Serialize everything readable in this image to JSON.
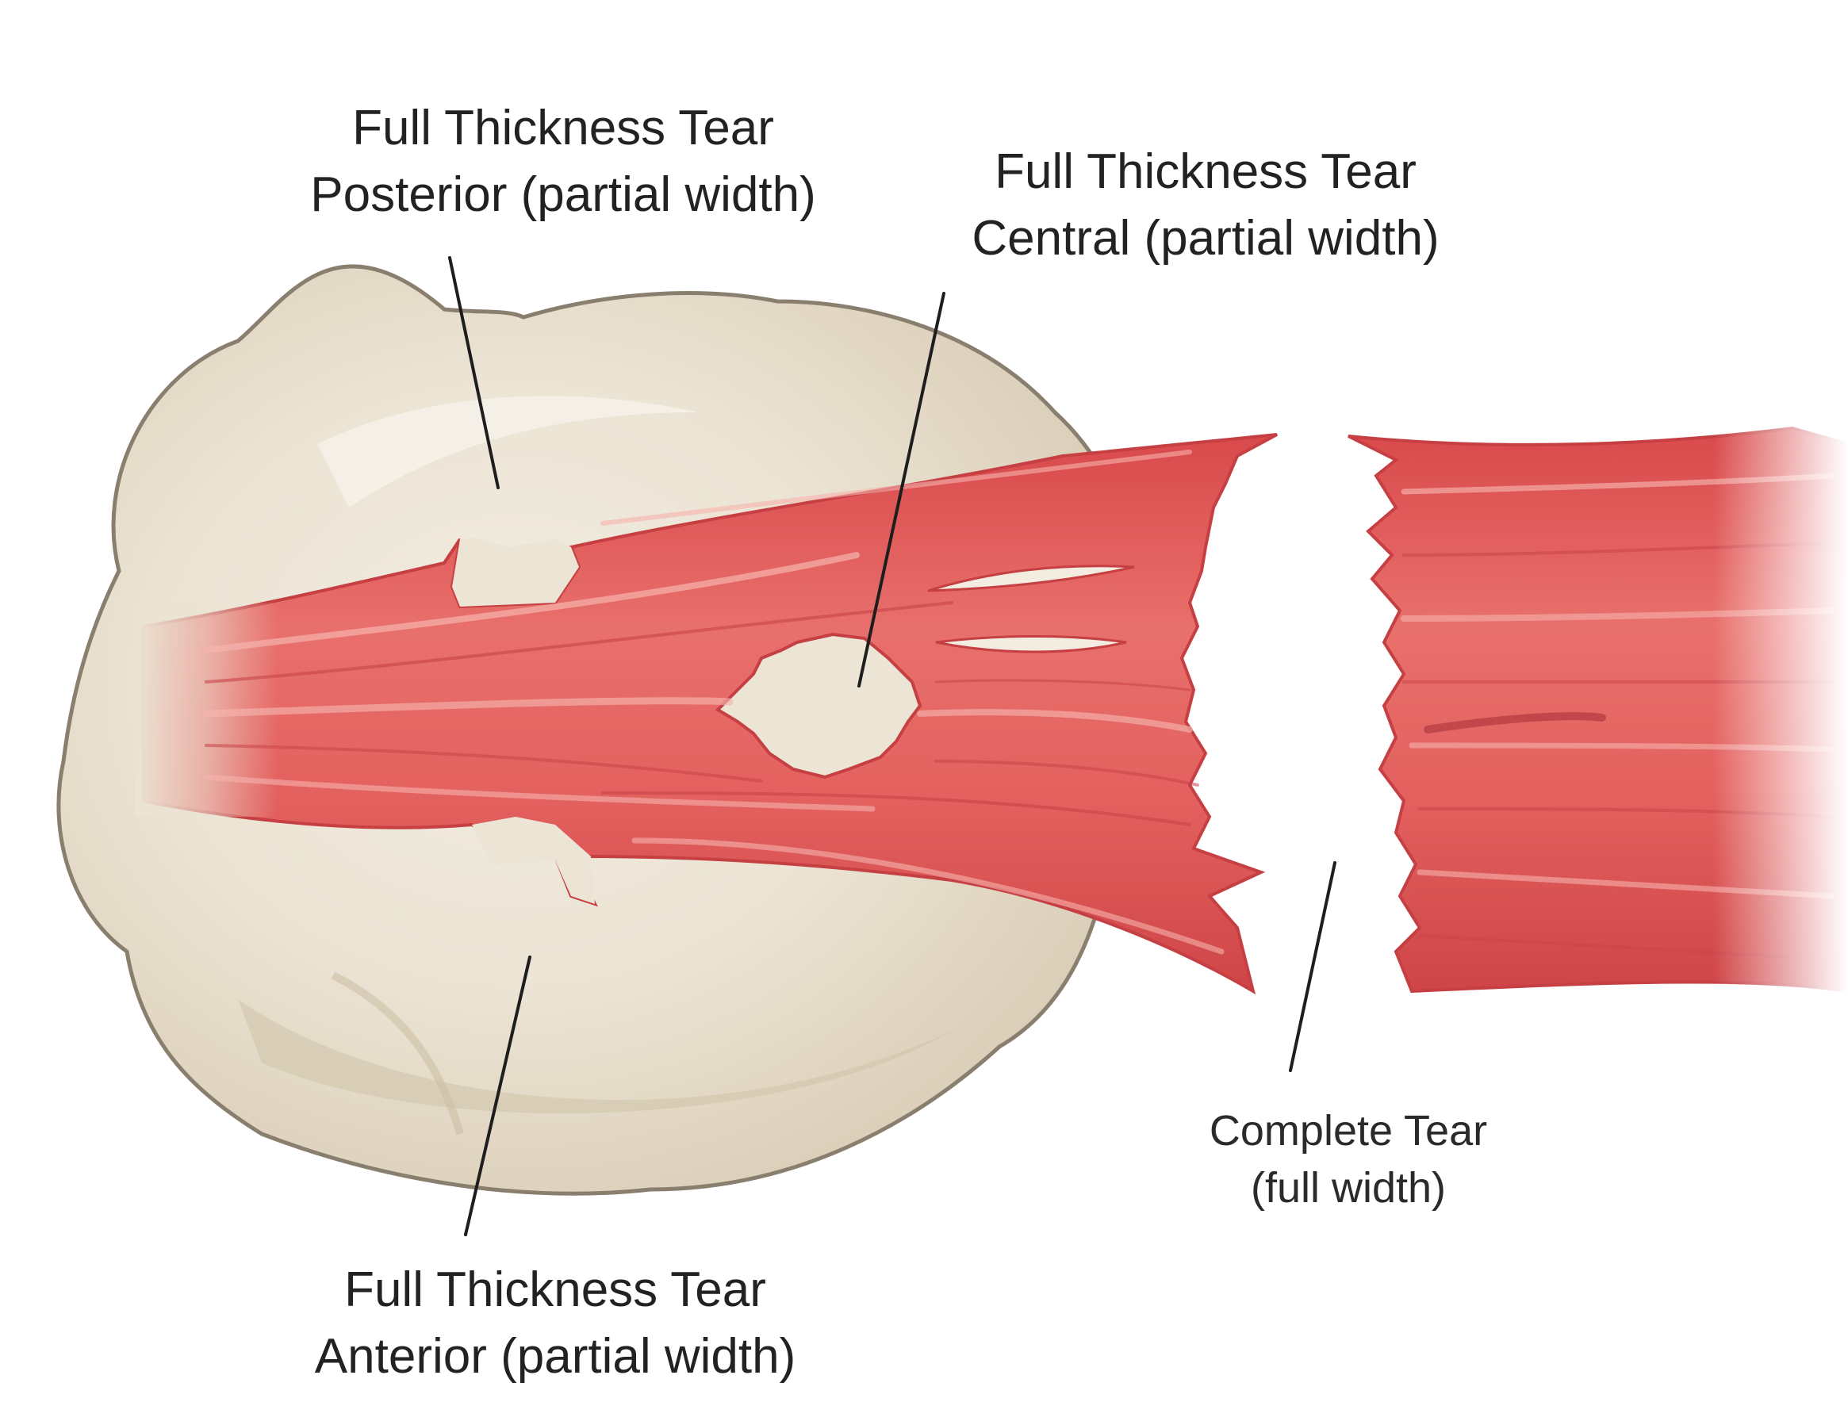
{
  "labels": {
    "posterior": {
      "line1": "Full Thickness Tear",
      "line2": "Posterior (partial width)"
    },
    "central": {
      "line1": "Full Thickness Tear",
      "line2": "Central (partial width)"
    },
    "complete": {
      "line1": "Complete Tear",
      "line2": "(full width)"
    },
    "anterior": {
      "line1": "Full Thickness Tear",
      "line2": "Anterior (partial width)"
    }
  },
  "colors": {
    "background": "#ffffff",
    "bone_fill": "#e6ddcb",
    "bone_outline": "#8a7f6e",
    "tendon_fill": "#e35b5a",
    "tendon_dark": "#c63f42",
    "tendon_highlight": "#f4a3a0",
    "leader_line": "#1e1e1e",
    "text": "#222222"
  }
}
